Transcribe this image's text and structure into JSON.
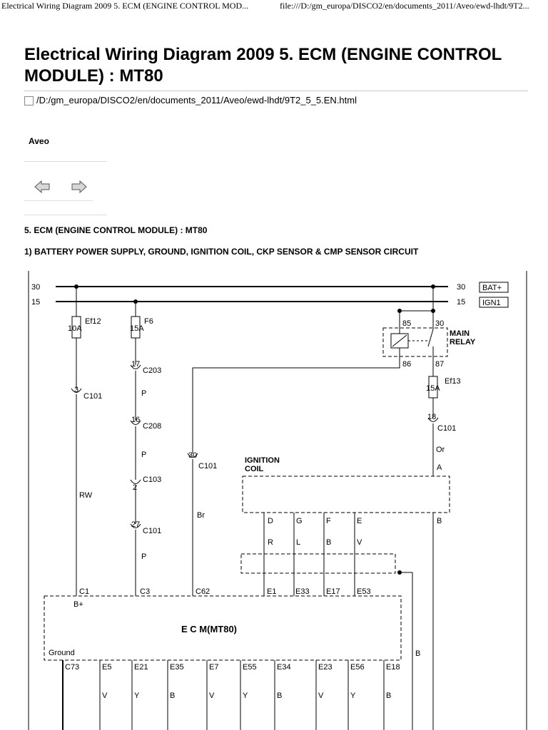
{
  "header": {
    "left": "Electrical Wiring Diagram 2009 5. ECM (ENGINE CONTROL MOD...",
    "right": "file:///D:/gm_europa/DISCO2/en/documents_2011/Aveo/ewd-lhdt/9T2..."
  },
  "title": "Electrical Wiring Diagram 2009 5. ECM (ENGINE CONTROL MODULE) : MT80",
  "path": "/D:/gm_europa/DISCO2/en/documents_2011/Aveo/ewd-lhdt/9T2_5_5.EN.html",
  "model": "Aveo",
  "section_title": "5. ECM (ENGINE CONTROL MODULE) : MT80",
  "subsection_title": "1) BATTERY POWER SUPPLY, GROUND, IGNITION COIL, CKP SENSOR & CMP SENSOR CIRCUIT",
  "diagram": {
    "bus30": "30",
    "bus15": "15",
    "bus30_right": "30",
    "bus15_right": "15",
    "bat_label": "BAT+",
    "ign_label": "IGN1",
    "fuse_ef12_name": "Ef12",
    "fuse_ef12_rating": "10A",
    "fuse_f6_name": "F6",
    "fuse_f6_rating": "15A",
    "fuse_ef13_name": "Ef13",
    "fuse_ef13_rating": "15A",
    "relay_title_1": "MAIN",
    "relay_title_2": "RELAY",
    "relay_85": "85",
    "relay_30": "30",
    "relay_86": "86",
    "relay_87": "87",
    "c101_a_pin": "3",
    "c101_a": "C101",
    "c203_pin": "17",
    "c203": "C203",
    "c208_pin": "16",
    "c208": "C208",
    "c103_pin": "2",
    "c103": "C103",
    "c101_b_pin": "27",
    "c101_b": "C101",
    "c101_c_pin": "30",
    "c101_c": "C101",
    "c101_d_pin": "18",
    "c101_d": "C101",
    "wire_p1": "P",
    "wire_p2": "P",
    "wire_p3": "P",
    "wire_rw": "RW",
    "wire_br": "Br",
    "wire_or": "Or",
    "ign_coil_1": "IGNITION",
    "ign_coil_2": "COIL",
    "coil_a": "A",
    "coil_b": "B",
    "coil_d": "D",
    "coil_g": "G",
    "coil_f": "F",
    "coil_e": "E",
    "wire_r": "R",
    "wire_l": "L",
    "wire_b1": "B",
    "wire_v1": "V",
    "ecm_c1": "C1",
    "ecm_c3": "C3",
    "ecm_c62": "C62",
    "ecm_e1": "E1",
    "ecm_e33": "E33",
    "ecm_e17": "E17",
    "ecm_e53": "E53",
    "ecm_bplus": "B+",
    "ecm_label": "E  C  M(MT80)",
    "ecm_ground": "Ground",
    "wire_b_right": "B",
    "pins_bottom": [
      "C73",
      "E5",
      "E21",
      "E35",
      "E7",
      "E55",
      "E34",
      "E23",
      "E56",
      "E18"
    ],
    "wires_bottom": [
      "V",
      "Y",
      "B",
      "V",
      "Y",
      "B",
      "V",
      "Y",
      "B"
    ]
  }
}
